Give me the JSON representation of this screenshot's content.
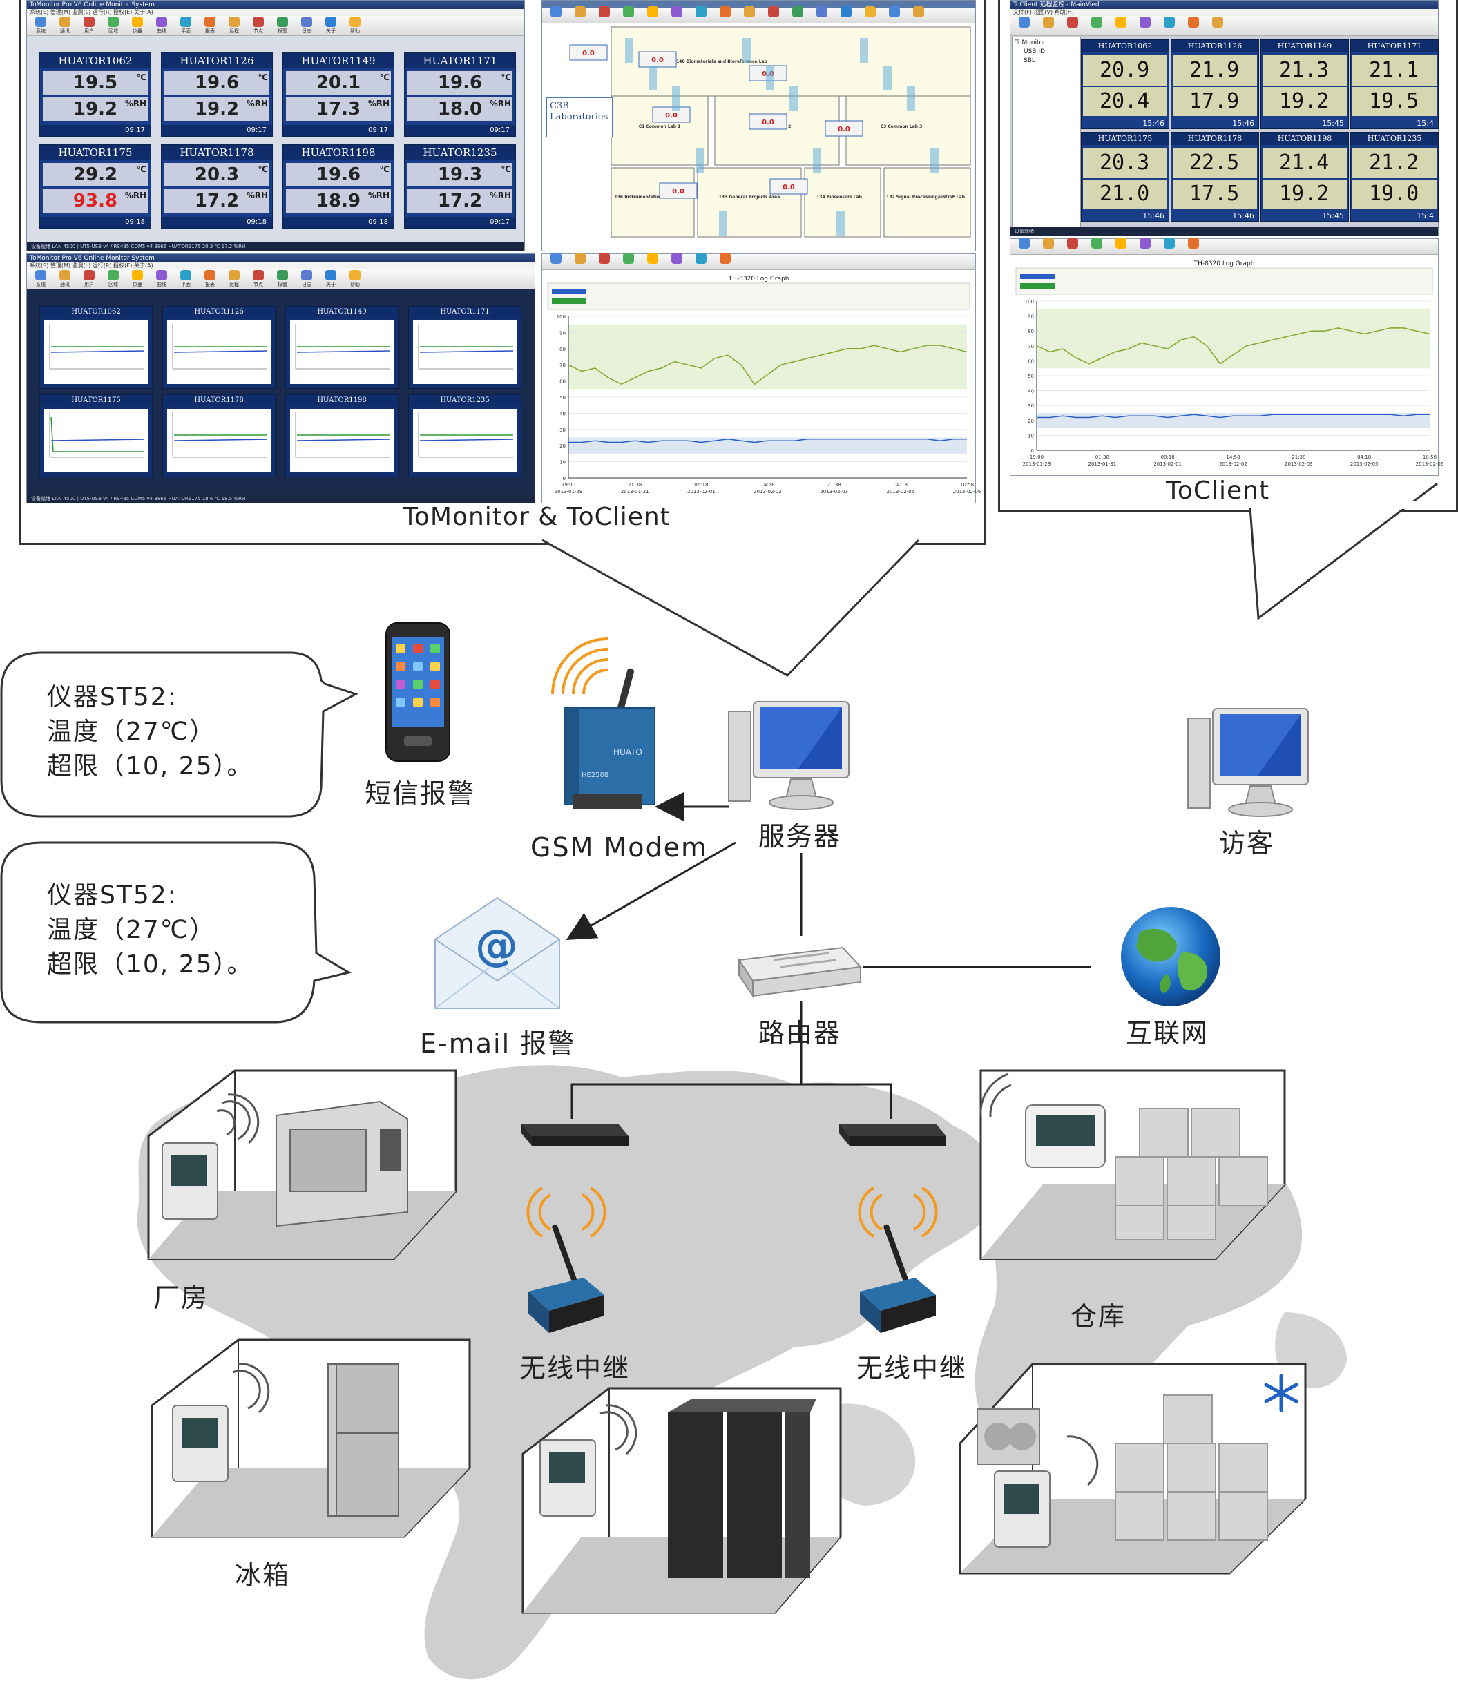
{
  "labels": {
    "tomonitor_caption": "ToMonitor & ToClient",
    "toclient_caption": "ToClient",
    "sms_alarm": "短信报警",
    "gsm_modem": "GSM Modem",
    "server": "服务器",
    "visitor": "访客",
    "email_alarm": "E-mail 报警",
    "router": "路由器",
    "internet": "互联网",
    "factory": "厂房",
    "warehouse": "仓库",
    "fridge": "冰箱",
    "relay_left": "无线中继",
    "relay_right": "无线中继"
  },
  "callouts": [
    {
      "lines": [
        "仪器ST52:",
        "温度（27℃）",
        "超限（10, 25）。"
      ]
    },
    {
      "lines": [
        "仪器ST52:",
        "温度（27℃）",
        "超限（10, 25）。"
      ]
    }
  ],
  "monitor_window": {
    "title": "ToMonitor Pro V6 Online Monitor System",
    "menu": "系统(S)  管理(M)  监测(L)  运行(R)  授权(E)  关于(A)",
    "tools": [
      "系统",
      "通讯",
      "用户",
      "区域",
      "仪器",
      "曲线",
      "平面",
      "报表",
      "远程",
      "节点",
      "报警",
      "日志",
      "关于",
      "帮助"
    ],
    "status": "设备就绪      LAN 4500 | UT5-USB v4 / RS485 COM5 v4      3866      HUATOR1175    20.3 ℃    17.2 %RH",
    "tiles": [
      {
        "name": "HUATOR1062",
        "temp": "19.5",
        "hum": "19.2",
        "time": "09:17"
      },
      {
        "name": "HUATOR1126",
        "temp": "19.6",
        "hum": "19.2",
        "time": "09:17"
      },
      {
        "name": "HUATOR1149",
        "temp": "20.1",
        "hum": "17.3",
        "time": "09:17"
      },
      {
        "name": "HUATOR1171",
        "temp": "19.6",
        "hum": "18.0",
        "time": "09:17"
      },
      {
        "name": "HUATOR1175",
        "temp": "29.2",
        "hum": "93.8",
        "time": "09:18",
        "alarm": true
      },
      {
        "name": "HUATOR1178",
        "temp": "20.3",
        "hum": "17.2",
        "time": "09:18"
      },
      {
        "name": "HUATOR1198",
        "temp": "19.6",
        "hum": "18.9",
        "time": "09:18"
      },
      {
        "name": "HUATOR1235",
        "temp": "19.3",
        "hum": "17.2",
        "time": "09:17"
      }
    ],
    "unit_temp": "℃",
    "unit_hum": "%RH"
  },
  "curve_window": {
    "title": "ToMonitor Pro V6 Online Monitor System",
    "menu": "系统(S)  管理(M)  监测(L)  运行(R)  授权(E)  关于(A)",
    "tools": [
      "系统",
      "通讯",
      "用户",
      "区域",
      "仪器",
      "曲线",
      "平面",
      "报表",
      "远程",
      "节点",
      "报警",
      "日志",
      "关于",
      "帮助"
    ],
    "status": "设备就绪      LAN 4500 | UT5-USB v4 / RS485 COM5 v4      3866      HUATOR1175    18.6 ℃    18.5 %RH",
    "tiles": [
      "HUATOR1062",
      "HUATOR1126",
      "HUATOR1149",
      "HUATOR1171",
      "HUATOR1175",
      "HUATOR1178",
      "HUATOR1198",
      "HUATOR1235"
    ]
  },
  "floorplan": {
    "brand_line1": "C3B",
    "brand_line2": "Laboratories",
    "rooms": [
      "140 Biomaterials and Bioreference Lab",
      "C1 Common Lab 1",
      "C2 Common Lab 2",
      "C3 Common Lab 3",
      "136 Instrumentation Room",
      "133 General Projects Area",
      "134 Biosensors Lab",
      "132 Signal Processing/uNOSE Lab"
    ],
    "readings": [
      "0.0",
      "0.0",
      "0.0",
      "0.0",
      "0.0",
      "0.0",
      "0.0",
      "0.0"
    ]
  },
  "log_graph": {
    "title": "TH-8320 Log Graph",
    "x_ticks": [
      "19:00\n2013-01-29",
      "21:38\n2013-01-31",
      "06:18\n2013-02-01",
      "14:58\n2013-02-02",
      "21:38\n2013-02-03",
      "04:18\n2013-02-05",
      "10:58\n2013-02-06"
    ],
    "y_ticks": [
      "0",
      "10",
      "20",
      "30",
      "40",
      "50",
      "60",
      "70",
      "80",
      "90",
      "100"
    ]
  },
  "client_window": {
    "title": "ToClient 远程监控 - MainVied",
    "menu": "文件(F)  视图(V)  帮助(H)",
    "tree": [
      "ToMonitor",
      "USB  ID",
      "SBL"
    ],
    "status": "设备就绪",
    "tiles": [
      {
        "name": "HUATOR1062",
        "temp": "20.9",
        "hum": "20.4",
        "time": "15:46"
      },
      {
        "name": "HUATOR1126",
        "temp": "21.9",
        "hum": "17.9",
        "time": "15:46"
      },
      {
        "name": "HUATOR1149",
        "temp": "21.3",
        "hum": "19.2",
        "time": "15:45"
      },
      {
        "name": "HUATOR1171",
        "temp": "21.1",
        "hum": "19.5",
        "time": "15:4"
      },
      {
        "name": "HUATOR1175",
        "temp": "20.3",
        "hum": "21.0",
        "time": "15:46"
      },
      {
        "name": "HUATOR1178",
        "temp": "22.5",
        "hum": "17.5",
        "time": "15:46"
      },
      {
        "name": "HUATOR1198",
        "temp": "21.4",
        "hum": "19.2",
        "time": "15:45"
      },
      {
        "name": "HUATOR1235",
        "temp": "21.2",
        "hum": "19.0",
        "time": "15:4"
      }
    ]
  },
  "client_graph": {
    "title": "TH-8320 Log Graph",
    "x_ticks": [
      "19:00\n2013-01-29",
      "01:38\n2013-01-31",
      "08:18\n2013-02-01",
      "14:58\n2013-02-02",
      "21:38\n2013-02-03",
      "04:18\n2013-02-05",
      "10:58\n2013-02-06"
    ],
    "y_ticks": [
      "0",
      "10",
      "20",
      "30",
      "40",
      "50",
      "60",
      "70",
      "80",
      "90",
      "100"
    ]
  },
  "colors": {
    "tile_blue": "#1a3d88",
    "alarm_red": "#e02020",
    "signal_orange": "#f39a1e",
    "arrow": "#222222"
  }
}
